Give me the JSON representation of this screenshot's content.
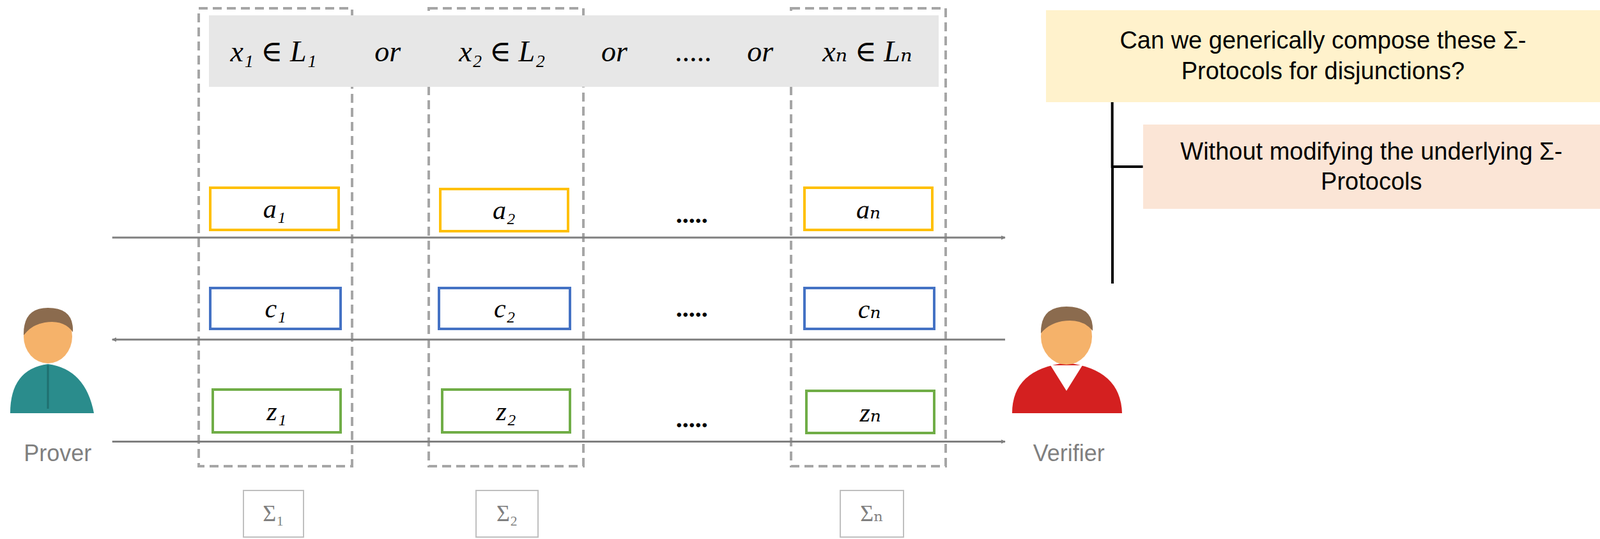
{
  "diagram": {
    "nodes": [
      {
        "text": [
          "x₁ ∈ L₁",
          "or",
          "x₂ ∈ L₂",
          "or",
          ".....",
          "or",
          "xₙ ∈ Lₙ"
        ]
      },
      {
        "text": [
          "a₁"
        ]
      },
      {
        "text": [
          "a₂"
        ]
      },
      {
        "text": [
          "aₙ"
        ]
      },
      {
        "text": [
          "c₁"
        ]
      },
      {
        "text": [
          "c₂"
        ]
      },
      {
        "text": [
          "cₙ"
        ]
      },
      {
        "text": [
          "z₁"
        ]
      },
      {
        "text": [
          "z₂"
        ]
      },
      {
        "text": [
          "zₙ"
        ]
      },
      {
        "text": [
          "Σ₁"
        ]
      },
      {
        "text": [
          "Σ₂"
        ]
      },
      {
        "text": [
          "Σₙ"
        ]
      },
      {
        "text": [
          "Prover"
        ]
      },
      {
        "text": [
          "Verifier"
        ]
      },
      {
        "text": [
          "Can we generically compose these Σ-Protocols for disjunctions?"
        ]
      },
      {
        "text": [
          "Without modifying the underlying Σ-Protocols"
        ]
      }
    ],
    "edges": [
      {
        "from": 13,
        "to": 14,
        "arrow": "to"
      },
      {
        "from": 14,
        "to": 13,
        "arrow": "to"
      },
      {
        "from": 13,
        "to": 14,
        "arrow": "to"
      },
      {
        "from": 15,
        "to": 16,
        "arrow": "none"
      }
    ],
    "labels": [
      ".....",
      ".....",
      "....."
    ]
  }
}
